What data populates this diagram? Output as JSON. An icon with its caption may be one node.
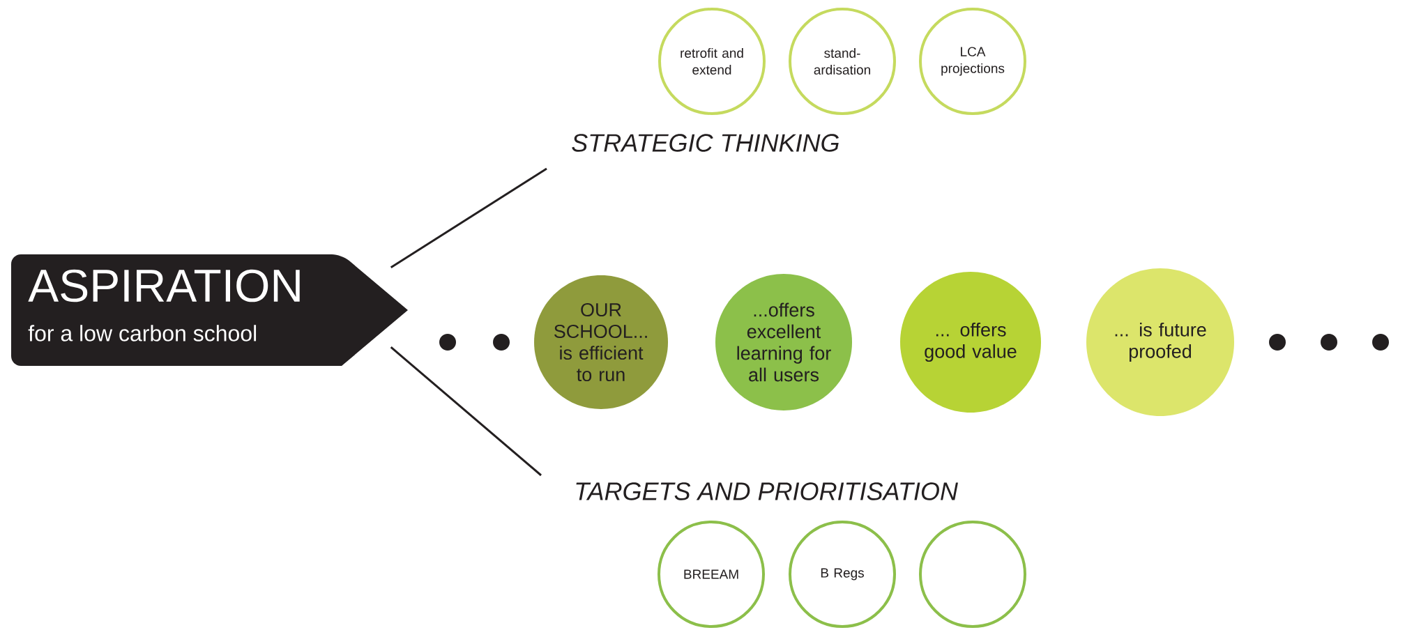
{
  "diagram": {
    "nodes": [
      {
        "text": [
          "retrofit and extend"
        ]
      },
      {
        "text": [
          "stand- ardisation"
        ]
      },
      {
        "text": [
          "LCA projections"
        ]
      },
      {
        "text": [
          "STRATEGIC THINKING"
        ]
      },
      {
        "text": [
          "ASPIRATION",
          "for a low carbon school"
        ]
      },
      {
        "text": [
          "OUR SCHOOL... is efficient to run"
        ]
      },
      {
        "text": [
          "...offers excellent learning for all users"
        ]
      },
      {
        "text": [
          "... offers good value"
        ]
      },
      {
        "text": [
          "... is future proofed"
        ]
      },
      {
        "text": [
          "TARGETS AND PRIORITISATION"
        ]
      },
      {
        "text": [
          "BREEAM"
        ]
      },
      {
        "text": [
          "B Regs"
        ]
      },
      {
        "text": [],
        "shape": "circle"
      }
    ],
    "edges": [
      {
        "from": 4,
        "to": 3,
        "arrow": "none"
      },
      {
        "from": 4,
        "to": 9,
        "arrow": "none"
      }
    ]
  }
}
